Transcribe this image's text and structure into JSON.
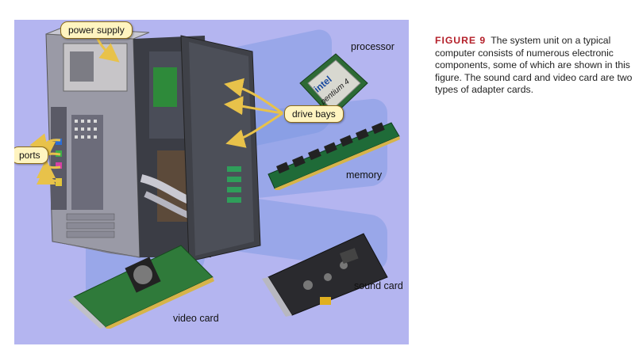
{
  "labels": {
    "power_supply": "power supply",
    "processor": "processor",
    "drive_bays": "drive bays",
    "ports": "ports",
    "memory": "memory",
    "sound_card": "sound card",
    "video_card": "video card"
  },
  "chip": {
    "brand": "intel",
    "model": "pentium 4"
  },
  "caption": {
    "figure_number": "FIGURE 9",
    "text": "The system unit on a typical computer consists of numerous electronic components, some of which are shown in this figure. The sound card and video card are two types of adapter cards."
  },
  "colors": {
    "panel_background": "#b4b5f0",
    "callout_fill": "#fff4c0",
    "callout_border": "#8a6a1a",
    "arrow": "#e8c24a",
    "figure_number": "#b4202a"
  }
}
